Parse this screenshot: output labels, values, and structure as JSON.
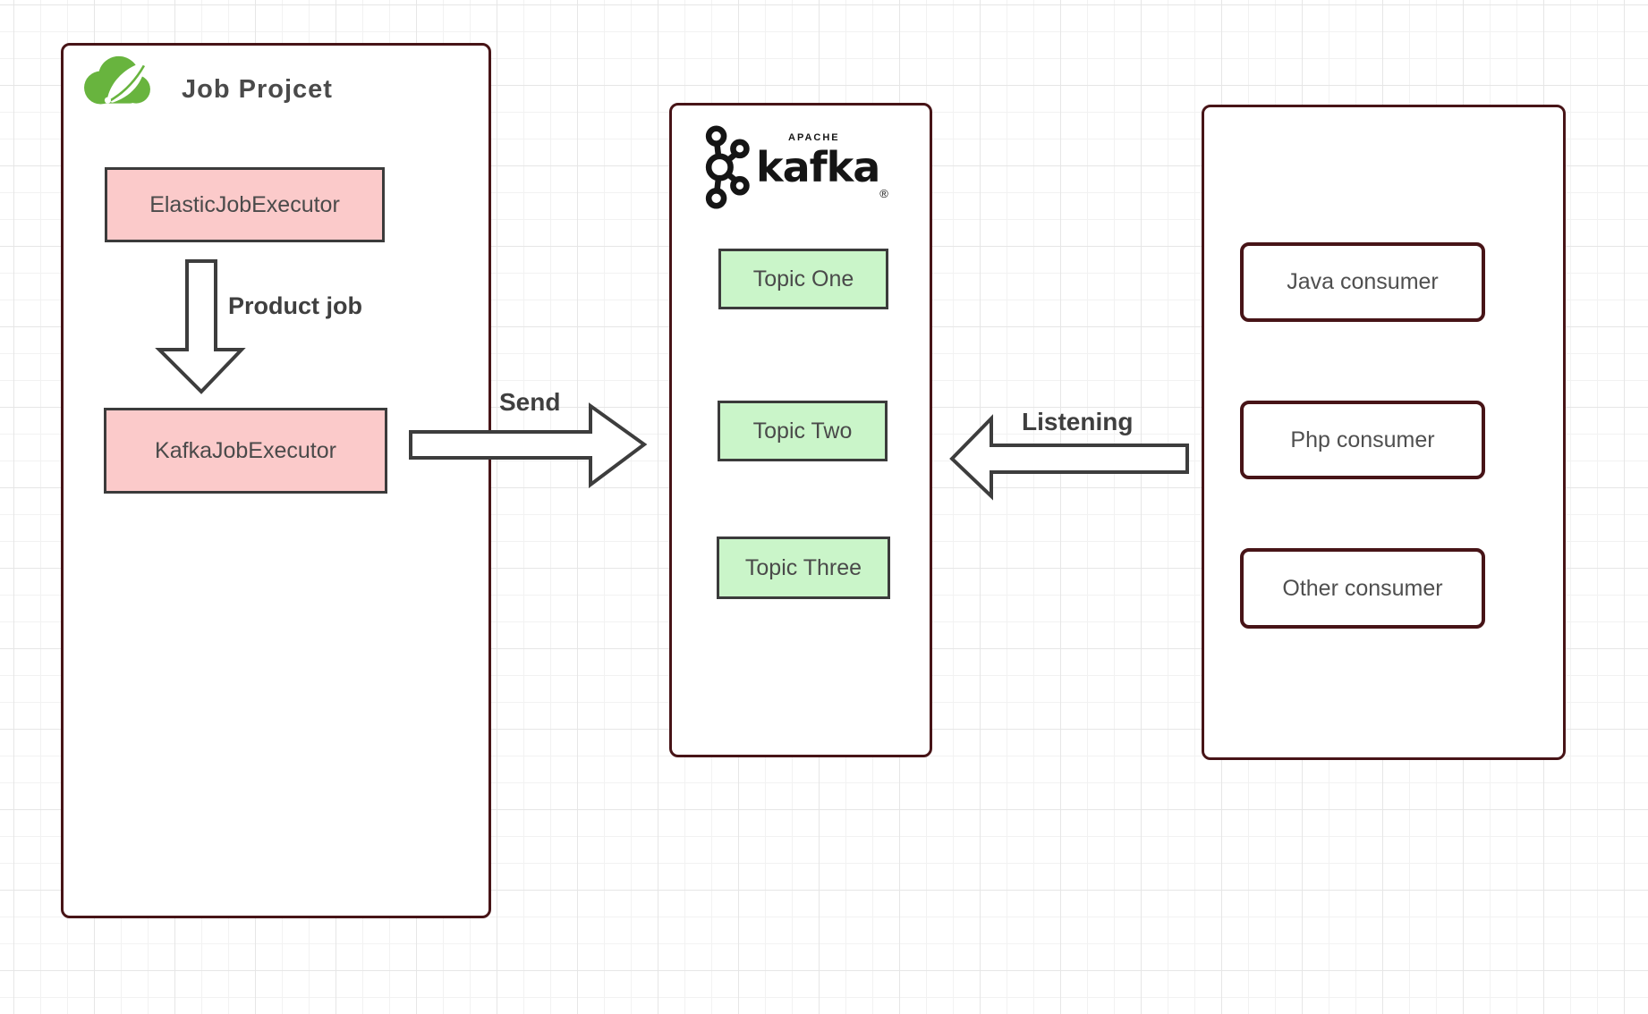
{
  "diagram": {
    "job_project": {
      "title": "Job Projcet",
      "logo": "spring-cloud-logo",
      "executor_top": {
        "label": "ElasticJobExecutor"
      },
      "executor_bottom": {
        "label": "KafkaJobExecutor"
      },
      "internal_arrow_label": "Product job"
    },
    "kafka": {
      "brand_small": "APACHE",
      "brand": "kafka",
      "brand_reg": "®",
      "topics": [
        {
          "label": "Topic One"
        },
        {
          "label": "Topic Two"
        },
        {
          "label": "Topic Three"
        }
      ]
    },
    "consumers": {
      "items": [
        {
          "label": "Java consumer"
        },
        {
          "label": "Php consumer"
        },
        {
          "label": "Other consumer"
        }
      ]
    },
    "arrows": {
      "send_label": "Send",
      "listening_label": "Listening"
    },
    "colors": {
      "container_border": "#471417",
      "node_border": "#3b3b3b",
      "pink_fill": "#fbcaca",
      "green_fill": "#caf5c9",
      "text_gray": "#4a4a4a",
      "spring_green": "#68b43e",
      "kafka_black": "#151515",
      "grid_minor": "#f2f2f2",
      "grid_major": "#e6e6e6"
    }
  }
}
